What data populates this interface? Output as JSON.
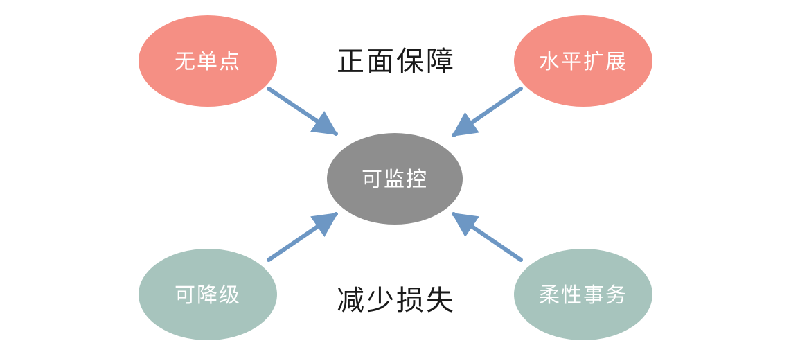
{
  "captions": {
    "top": "正面保障",
    "bottom": "减少损失"
  },
  "nodes": {
    "center": {
      "label": "可监控",
      "color": "#8e8e8e"
    },
    "top_left": {
      "label": "无单点",
      "color": "#f58f84"
    },
    "top_right": {
      "label": "水平扩展",
      "color": "#f58f84"
    },
    "bottom_left": {
      "label": "可降级",
      "color": "#a7c4bd"
    },
    "bottom_right": {
      "label": "柔性事务",
      "color": "#a7c4bd"
    }
  },
  "edges": [
    {
      "from": "top_left",
      "to": "center"
    },
    {
      "from": "top_right",
      "to": "center"
    },
    {
      "from": "bottom_left",
      "to": "center"
    },
    {
      "from": "bottom_right",
      "to": "center"
    }
  ],
  "arrow_color": "#6d97c4"
}
